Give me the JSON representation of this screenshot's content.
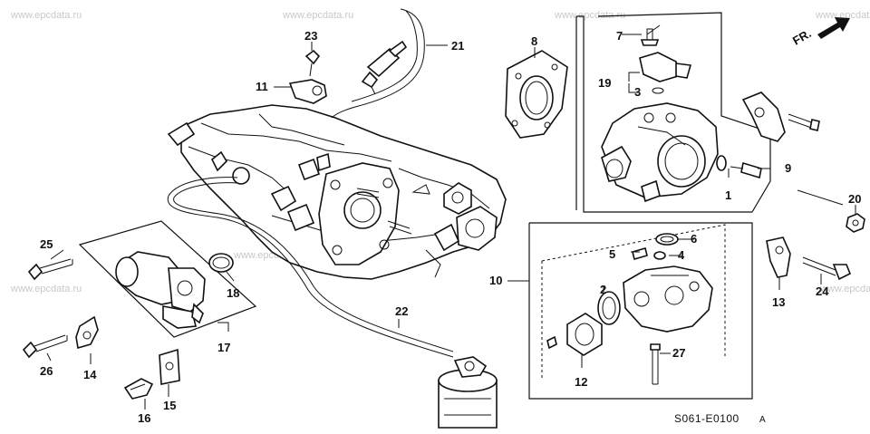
{
  "watermark": "www.epcdata.ru",
  "diagram_code": "S061-E0100",
  "diagram_suffix": "A",
  "direction_label": "FR.",
  "callouts": [
    "1",
    "2",
    "3",
    "4",
    "5",
    "6",
    "7",
    "8",
    "9",
    "10",
    "11",
    "12",
    "13",
    "14",
    "15",
    "16",
    "17",
    "18",
    "19",
    "20",
    "21",
    "22",
    "23",
    "24",
    "25",
    "26",
    "27"
  ]
}
